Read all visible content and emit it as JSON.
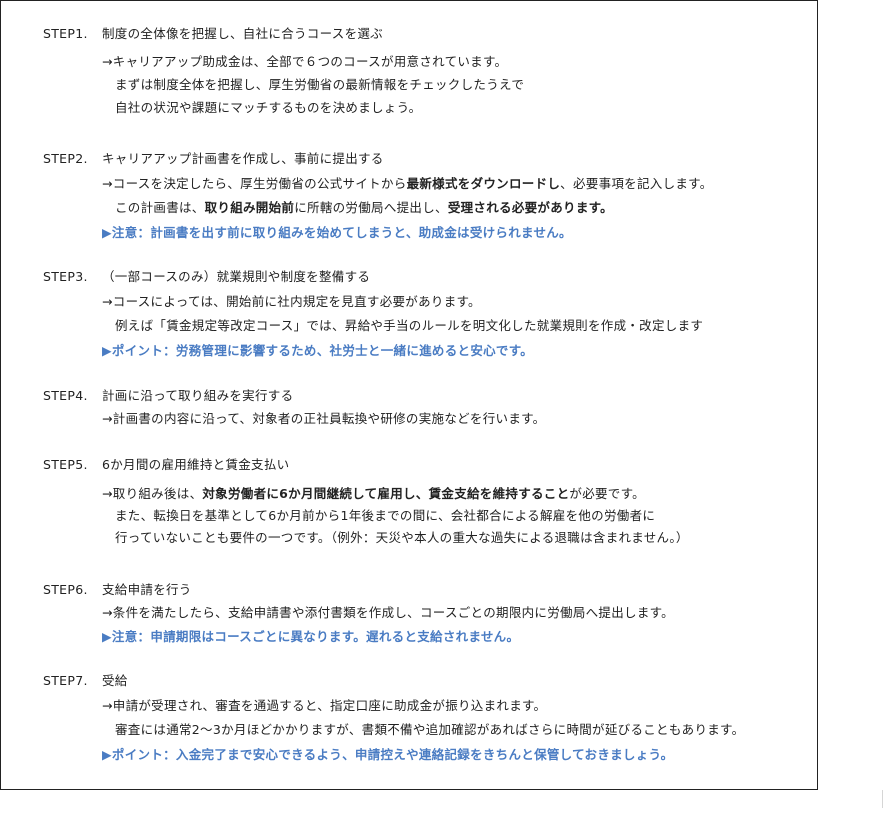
{
  "steps": [
    {
      "label": "STEP1.",
      "title": "制度の全体像を把握し、自社に合うコースを選ぶ",
      "lines": [
        "→キャリアアップ助成金は、全部で６つのコースが用意されています。",
        "まずは制度全体を把握し、厚生労働省の最新情報をチェックしたうえで",
        "自社の状況や課題にマッチするものを決めましょう。"
      ]
    },
    {
      "label": "STEP2.",
      "title": "キャリアアップ計画書を作成し、事前に提出する",
      "line1": {
        "a": "→コースを決定したら、厚生労働省の公式サイトから",
        "b": "最新様式をダウンロードし",
        "c": "、必要事項を記入します。"
      },
      "line2": {
        "a": "この計画書は、",
        "b": "取り組み開始前",
        "c": "に所轄の労働局へ提出し、",
        "d": "受理される必要があります。"
      },
      "note": "▶注意：計画書を出す前に取り組みを始めてしまうと、助成金は受けられません。"
    },
    {
      "label": "STEP3.",
      "title": "（一部コースのみ）就業規則や制度を整備する",
      "lines": [
        "→コースによっては、開始前に社内規定を見直す必要があります。",
        "例えば「賃金規定等改定コース」では、昇給や手当のルールを明文化した就業規則を作成・改定します"
      ],
      "note": "▶ポイント：労務管理に影響するため、社労士と一緒に進めると安心です。"
    },
    {
      "label": "STEP4.",
      "title": "計画に沿って取り組みを実行する",
      "lines": [
        "→計画書の内容に沿って、対象者の正社員転換や研修の実施などを行います。"
      ]
    },
    {
      "label": "STEP5.",
      "title": "6か月間の雇用維持と賃金支払い",
      "line1": {
        "a": "→取り組み後は、",
        "b": "対象労働者に6か月間継続して雇用し、賃金支給を維持すること",
        "c": "が必要です。"
      },
      "lines": [
        "また、転換日を基準として6か月前から1年後までの間に、会社都合による解雇を他の労働者に",
        "行っていないことも要件の一つです。（例外：天災や本人の重大な過失による退職は含まれません。）"
      ]
    },
    {
      "label": "STEP6.",
      "title": "支給申請を行う",
      "lines": [
        "→条件を満たしたら、支給申請書や添付書類を作成し、コースごとの期限内に労働局へ提出します。"
      ],
      "note": "▶注意：申請期限はコースごとに異なります。遅れると支給されません。"
    },
    {
      "label": "STEP7.",
      "title": "受給",
      "lines": [
        "→申請が受理され、審査を通過すると、指定口座に助成金が振り込まれます。",
        "審査には通常2〜3か月ほどかかりますが、書類不備や追加確認があればさらに時間が延びることもあります。"
      ],
      "note": "▶ポイント：入金完了まで安心できるよう、申請控えや連絡記録をきちんと保管しておきましょう。"
    }
  ],
  "colors": {
    "text": "#222222",
    "note": "#4a7cc3",
    "border": "#222222"
  }
}
